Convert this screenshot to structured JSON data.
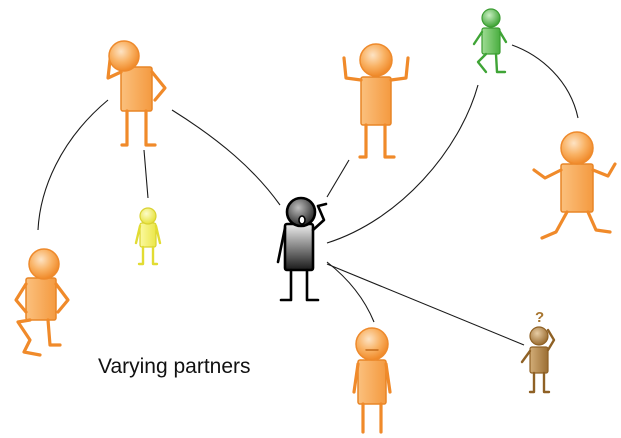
{
  "caption": "Varying partners",
  "question_mark": "?",
  "colors": {
    "orange": "#f7a24b",
    "orange_light": "#fcc88a",
    "yellow": "#f2ef5a",
    "green": "#56b84d",
    "brown": "#a77a3c",
    "center_dark": "#2b2b2b",
    "center_light": "#e6e6e6",
    "link": "#1a1a1a"
  },
  "figures": [
    {
      "name": "center-figure",
      "color": "center",
      "pose": "thinking"
    },
    {
      "name": "orange-thinking-figure",
      "color": "orange",
      "pose": "thinking"
    },
    {
      "name": "yellow-small-figure",
      "color": "yellow",
      "pose": "standing"
    },
    {
      "name": "orange-sitting-figure",
      "color": "orange",
      "pose": "sitting"
    },
    {
      "name": "orange-flexing-figure",
      "color": "orange",
      "pose": "flexing"
    },
    {
      "name": "green-small-figure",
      "color": "green",
      "pose": "leaning"
    },
    {
      "name": "orange-dancing-figure",
      "color": "orange",
      "pose": "dancing"
    },
    {
      "name": "orange-standing-figure",
      "color": "orange",
      "pose": "standing"
    },
    {
      "name": "brown-question-figure",
      "color": "brown",
      "pose": "questioning"
    }
  ]
}
